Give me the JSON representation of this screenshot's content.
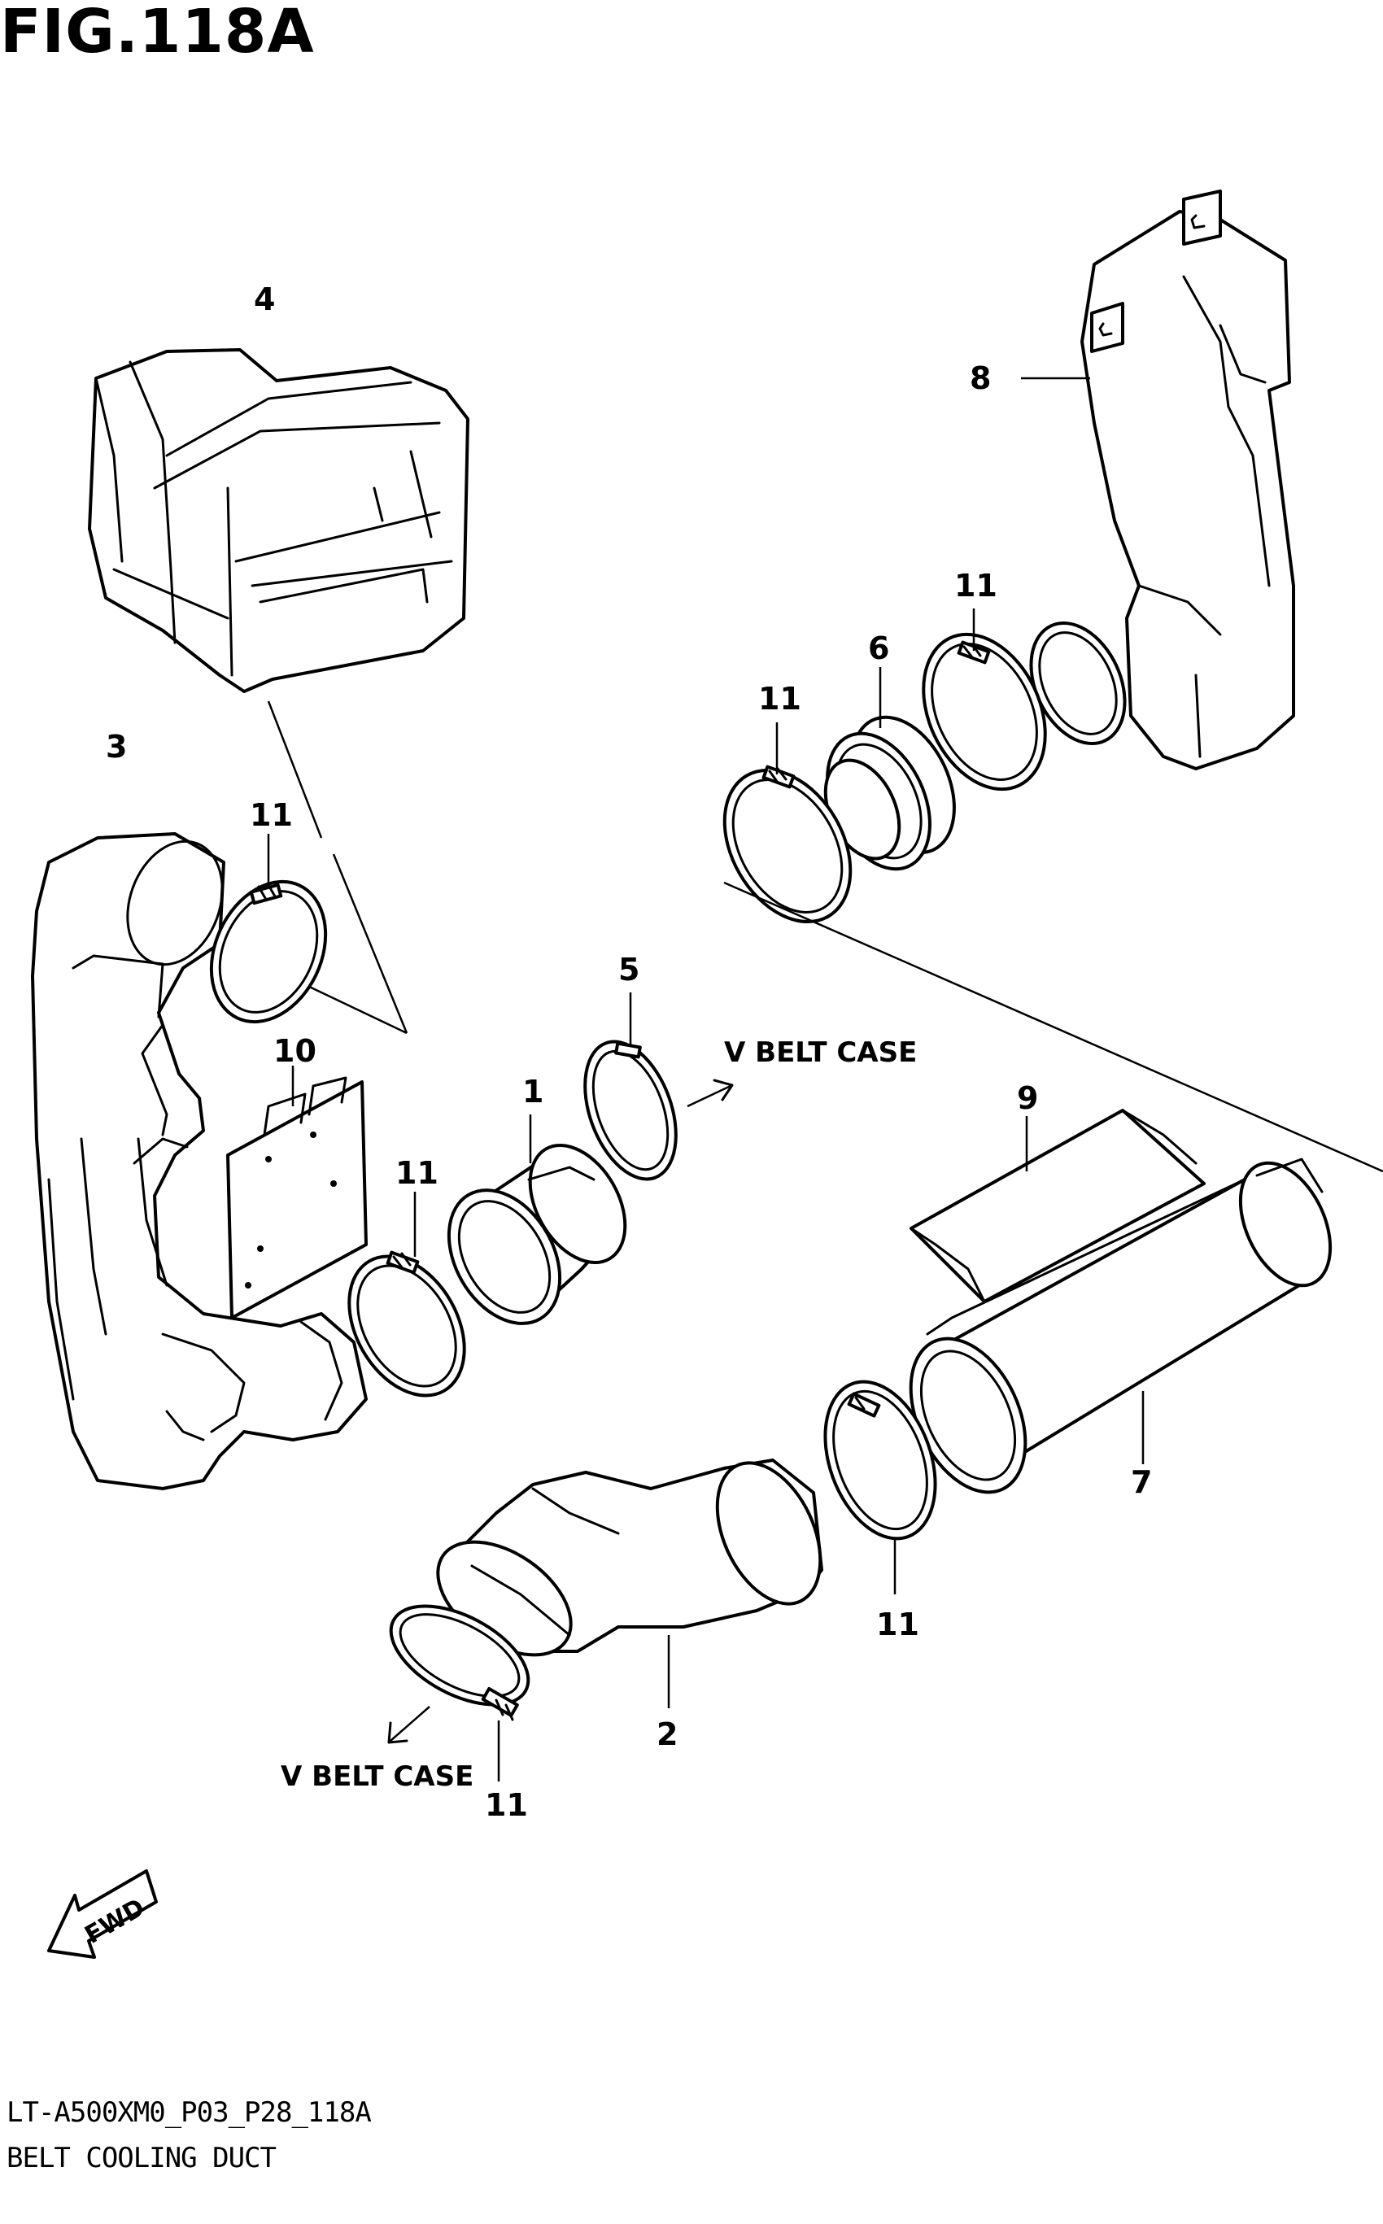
{
  "figure": {
    "title": "FIG.118A"
  },
  "footer": {
    "code": "LT-A500XM0_P03_P28_118A",
    "name": "BELT COOLING DUCT"
  },
  "callouts": {
    "c1": "1",
    "c2": "2",
    "c3": "3",
    "c4": "4",
    "c5": "5",
    "c6": "6",
    "c7": "7",
    "c8": "8",
    "c9": "9",
    "c10": "10",
    "c11a": "11",
    "c11b": "11",
    "c11c": "11",
    "c11d": "11",
    "c11e": "11",
    "c11f": "11"
  },
  "annotations": {
    "vbelt_upper": "V BELT CASE",
    "vbelt_lower": "V BELT CASE",
    "fwd": "FWD"
  }
}
